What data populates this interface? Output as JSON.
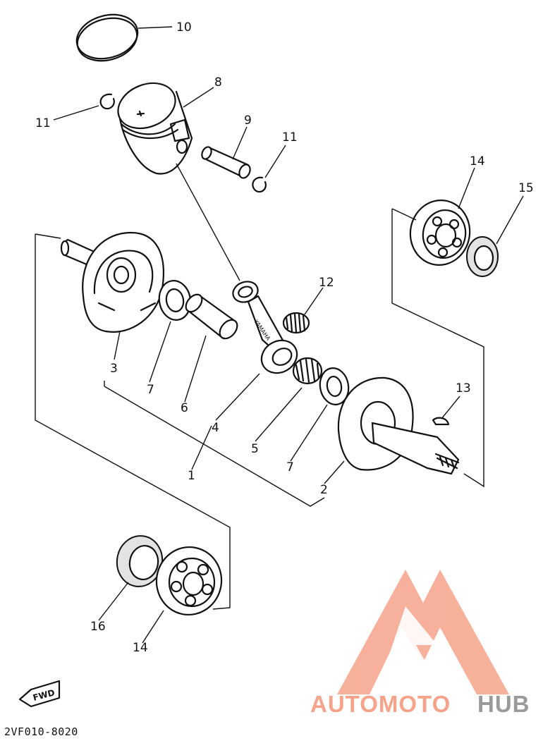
{
  "diagram": {
    "drawing_code": "2VF010-8020",
    "direction_marker": "FWD",
    "watermark": {
      "text_light": "AUTOMOTO",
      "text_dark": "HUB",
      "accent_color": "#f5a38a",
      "dark_color": "#9a9a9a"
    },
    "callouts": [
      {
        "id": "callout-10",
        "label": "10"
      },
      {
        "id": "callout-8",
        "label": "8"
      },
      {
        "id": "callout-11a",
        "label": "11"
      },
      {
        "id": "callout-9",
        "label": "9"
      },
      {
        "id": "callout-11b",
        "label": "11"
      },
      {
        "id": "callout-14a",
        "label": "14"
      },
      {
        "id": "callout-15",
        "label": "15"
      },
      {
        "id": "callout-12",
        "label": "12"
      },
      {
        "id": "callout-3",
        "label": "3"
      },
      {
        "id": "callout-7a",
        "label": "7"
      },
      {
        "id": "callout-6",
        "label": "6"
      },
      {
        "id": "callout-4",
        "label": "4"
      },
      {
        "id": "callout-5",
        "label": "5"
      },
      {
        "id": "callout-1",
        "label": "1"
      },
      {
        "id": "callout-7b",
        "label": "7"
      },
      {
        "id": "callout-13",
        "label": "13"
      },
      {
        "id": "callout-2",
        "label": "2"
      },
      {
        "id": "callout-16",
        "label": "16"
      },
      {
        "id": "callout-14b",
        "label": "14"
      }
    ]
  }
}
